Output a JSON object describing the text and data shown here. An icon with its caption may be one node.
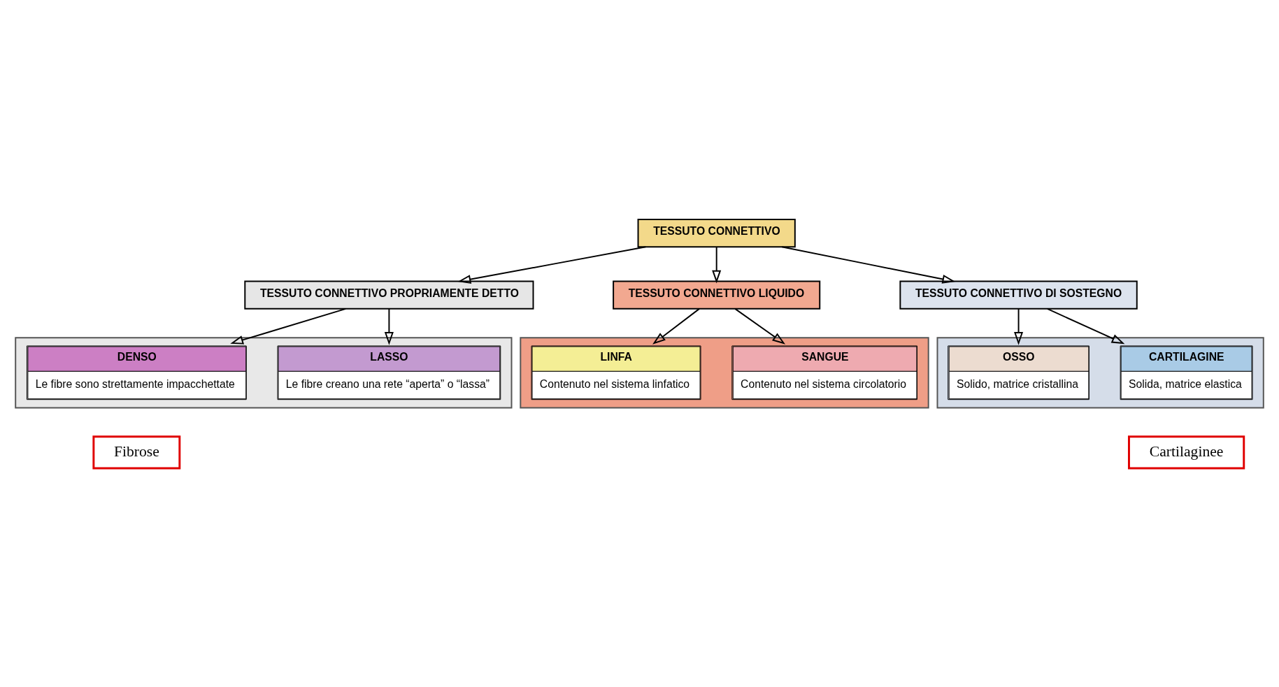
{
  "diagram": {
    "nodes": [
      {
        "text": [
          "TESSUTO CONNETTIVO"
        ]
      },
      {
        "text": [
          "TESSUTO CONNETTIVO PROPRIAMENTE DETTO"
        ]
      },
      {
        "text": [
          "TESSUTO CONNETTIVO LIQUIDO"
        ]
      },
      {
        "text": [
          "TESSUTO CONNETTIVO DI SOSTEGNO"
        ]
      },
      {
        "text": [],
        "shape": "box"
      },
      {
        "text": [
          "LASSO",
          "Le fibre creano una rete “aperta” o “lassa”"
        ],
        "in": 4
      },
      {
        "text": [
          "DENSO",
          "Le fibre sono strettamente impacchettate"
        ],
        "in": 4
      },
      {
        "text": [],
        "shape": "box"
      },
      {
        "text": [
          "SANGUE",
          "Contenuto nel sistema circolatorio"
        ],
        "in": 7
      },
      {
        "text": [
          "LINFA",
          "Contenuto nel sistema linfatico"
        ],
        "in": 7
      },
      {
        "text": [],
        "shape": "box"
      },
      {
        "text": [
          "CARTILAGINE",
          "Solida, matrice elastica"
        ],
        "in": 10
      },
      {
        "text": [
          "OSSO",
          "Solido, matrice cristallina"
        ],
        "in": 10
      },
      {
        "text": [
          "Fibrose"
        ]
      },
      {
        "text": [
          "Cartilaginee"
        ]
      }
    ],
    "edges": [
      {
        "from": 0,
        "to": 1,
        "arrow": "to"
      },
      {
        "from": 0,
        "to": 2,
        "arrow": "to"
      },
      {
        "from": 0,
        "to": 3,
        "arrow": "to"
      },
      {
        "from": 1,
        "to": 5,
        "arrow": "to"
      },
      {
        "from": 1,
        "to": 6,
        "arrow": "to"
      },
      {
        "from": 2,
        "to": 8,
        "arrow": "to"
      },
      {
        "from": 2,
        "to": 9,
        "arrow": "to"
      },
      {
        "from": 3,
        "to": 11,
        "arrow": "to"
      },
      {
        "from": 3,
        "to": 12,
        "arrow": "to"
      }
    ]
  }
}
